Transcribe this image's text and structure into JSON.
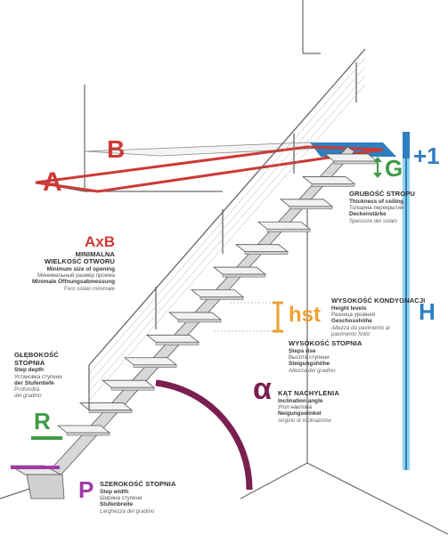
{
  "letters": {
    "A": "A",
    "B": "B",
    "G": "G",
    "H": "H",
    "hst": "hst",
    "alpha": "α",
    "R": "R",
    "P": "P",
    "plus1": "+1"
  },
  "labels": {
    "axb": {
      "title": "AxB",
      "lines": [
        "MINIMALNA",
        "WIELKOŚĆ OTWORU",
        "Minimum size of opening",
        "Минимальный размер проема",
        "Minimale Öffnungsabmessung",
        "Foro solaio minimale"
      ]
    },
    "ceiling": {
      "lines": [
        "GRUBOŚĆ STROPU",
        "Thickness of ceiling",
        "Толщина перекрытия",
        "Deckenstärke",
        "Spessore del solaio"
      ]
    },
    "height": {
      "lines": [
        "WYSOKOŚĆ KONDYGNACJI",
        "Height levels",
        "Разница уровней",
        "Geschosshöhe",
        "Altezza da pavimento al",
        "pavimento finito"
      ]
    },
    "rise": {
      "lines": [
        "WYSOKOŚĆ STOPNIA",
        "Steps rise",
        "Высота ступени",
        "Steigungshöhe",
        "Altezza del gradino"
      ]
    },
    "angle": {
      "lines": [
        "KĄT NACHYLENIA",
        "Inclination angle",
        "Угол наклона",
        "Neigungswinkel",
        "Angolo di inclinazione"
      ]
    },
    "depth": {
      "lines": [
        "GŁĘBOKOŚĆ",
        "STOPNIA",
        "Step depth",
        "Установка ступени",
        "der Stufentiefe",
        "Profondità",
        "del gradino"
      ]
    },
    "width": {
      "lines": [
        "SZEROKOŚĆ STOPNIA",
        "Step width",
        "Ширина ступени",
        "Stufenbreite",
        "Larghezza del gradino"
      ]
    }
  },
  "colors": {
    "red": "#cc3a35",
    "blue": "#2f7fc1",
    "green": "#3f9a48",
    "orange": "#f0a030",
    "plum": "#7a2050",
    "purple": "#a03aa8",
    "lightblue": "#8fd0ea"
  }
}
